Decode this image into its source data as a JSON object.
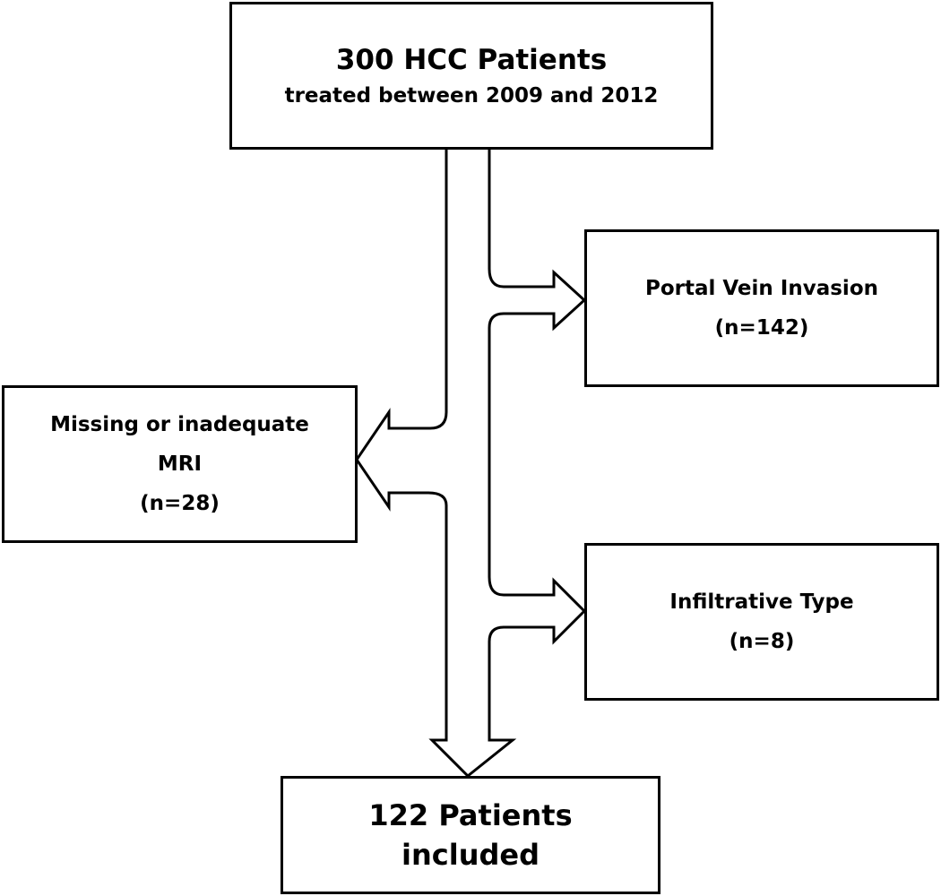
{
  "flowchart": {
    "enrolled": {
      "title": "300 HCC Patients",
      "subtitle": "treated between 2009 and 2012"
    },
    "excluded_portal_vein": {
      "label": "Portal Vein Invasion",
      "count": "(n=142)"
    },
    "excluded_mri": {
      "label_line1": "Missing or inadequate",
      "label_line2": "MRI",
      "count": "(n=28)"
    },
    "excluded_infiltrative": {
      "label": "Infiltrative Type",
      "count": "(n=8)"
    },
    "included": {
      "line1": "122 Patients",
      "line2": "included"
    }
  },
  "colors": {
    "stroke": "#000000",
    "fill": "#ffffff"
  }
}
